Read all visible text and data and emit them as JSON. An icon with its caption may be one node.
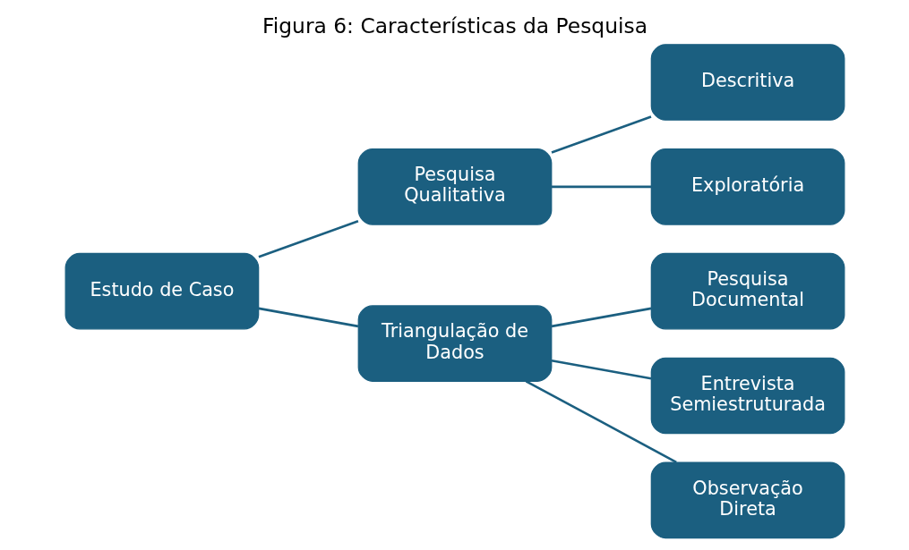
{
  "diagram": {
    "title": "Figura 6: Características da Pesquisa",
    "nodes": [
      {
        "text": [
          "Estudo de Caso"
        ]
      },
      {
        "text": [
          "Pesquisa Qualitativa"
        ]
      },
      {
        "text": [
          "Triangulação de Dados"
        ]
      },
      {
        "text": [
          "Descritiva"
        ]
      },
      {
        "text": [
          "Exploratória"
        ]
      },
      {
        "text": [
          "Pesquisa Documental"
        ]
      },
      {
        "text": [
          "Entrevista Semiestruturada"
        ]
      },
      {
        "text": [
          "Observação Direta"
        ]
      }
    ],
    "edges": [
      {
        "from": 0,
        "to": 1,
        "arrow": "none"
      },
      {
        "from": 0,
        "to": 2,
        "arrow": "none"
      },
      {
        "from": 1,
        "to": 3,
        "arrow": "none"
      },
      {
        "from": 1,
        "to": 4,
        "arrow": "none"
      },
      {
        "from": 2,
        "to": 5,
        "arrow": "none"
      },
      {
        "from": 2,
        "to": 6,
        "arrow": "none"
      },
      {
        "from": 2,
        "to": 7,
        "arrow": "none"
      }
    ]
  }
}
